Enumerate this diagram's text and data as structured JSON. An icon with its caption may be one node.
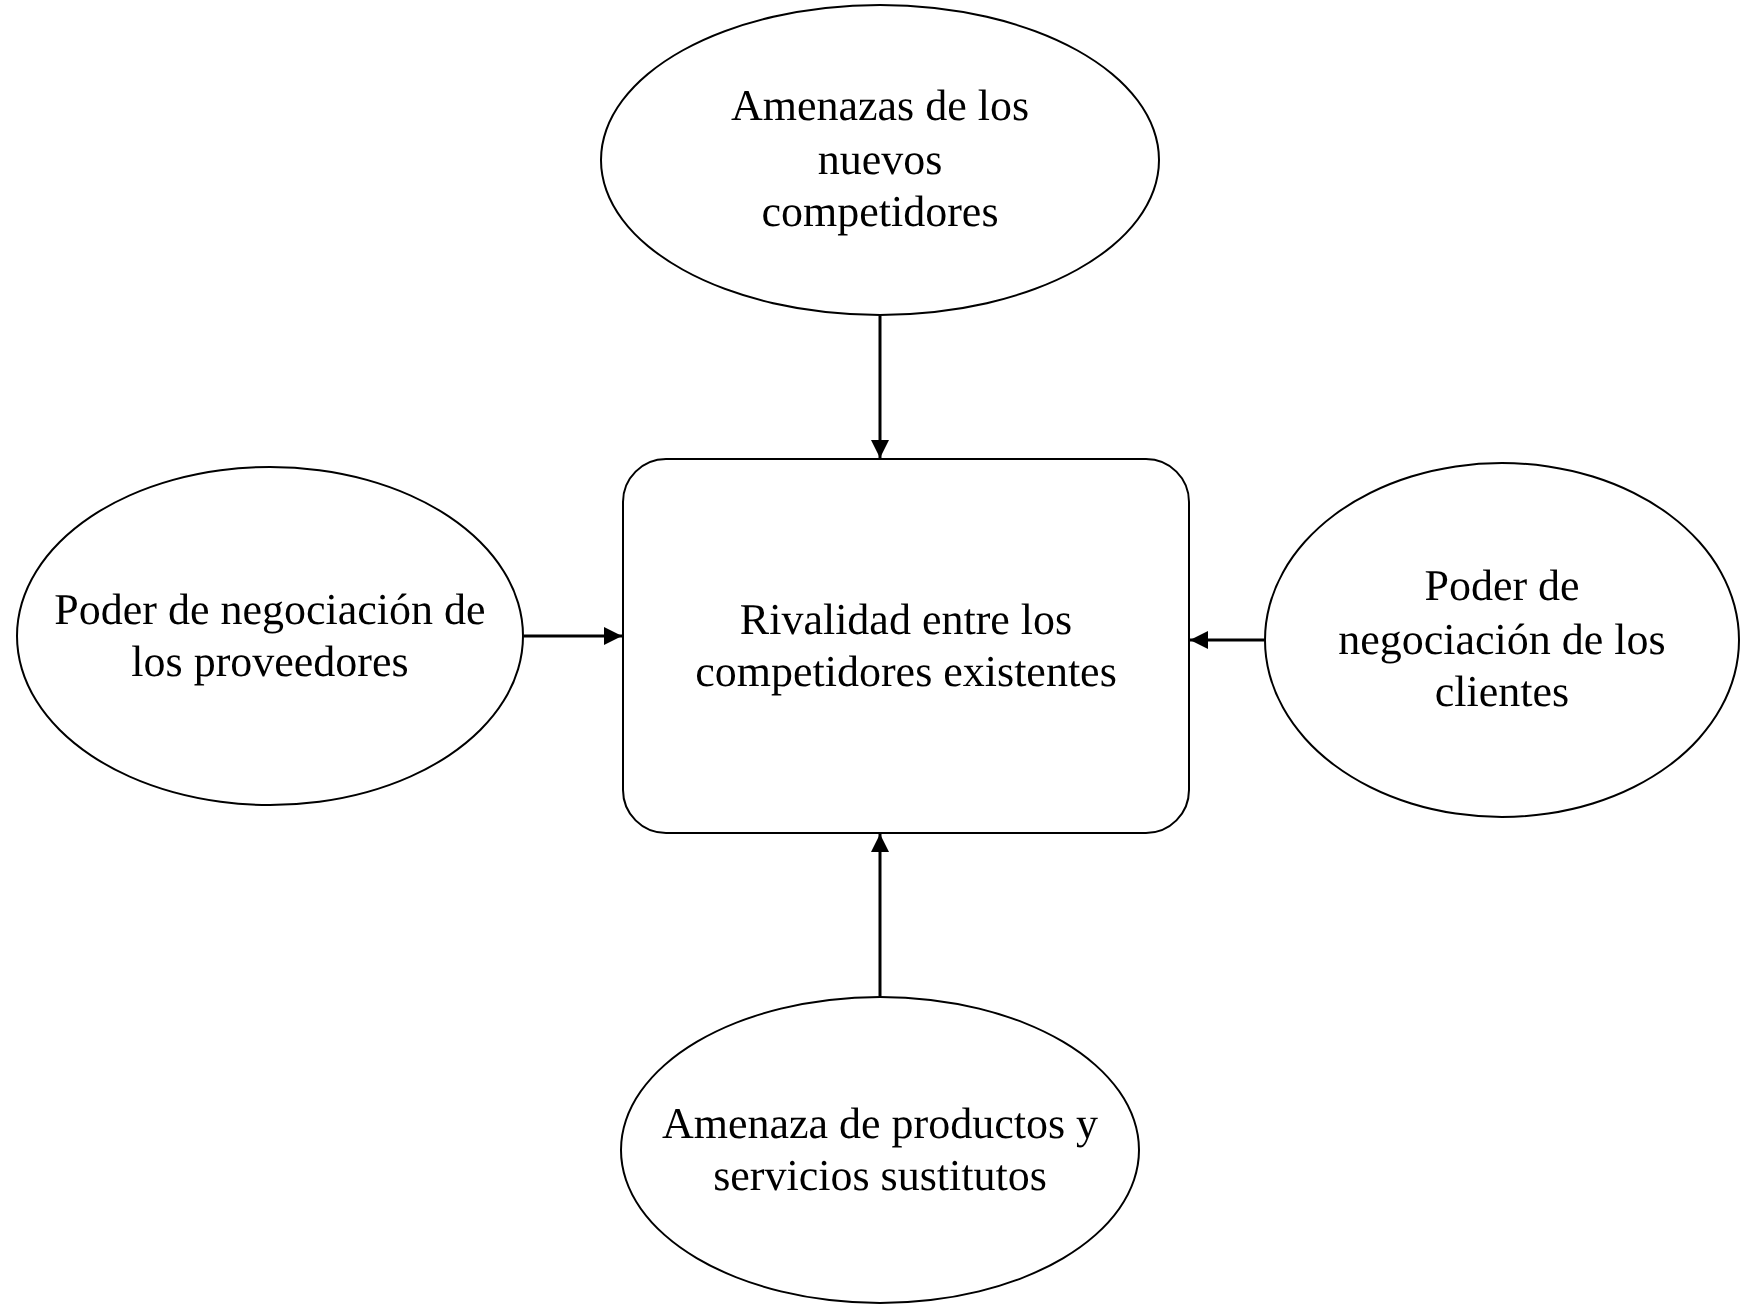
{
  "diagram": {
    "nodes": [
      {
        "text": [
          "Amenazas de los nuevos competidores"
        ]
      },
      {
        "text": [
          "Poder de negociación de los proveedores"
        ]
      },
      {
        "text": [
          "Rivalidad entre los competidores existentes"
        ]
      },
      {
        "text": [
          "Poder de negociación de los clientes"
        ]
      },
      {
        "text": [
          "Amenaza de productos y servicios sustitutos"
        ]
      }
    ],
    "edges": [
      {
        "from": 0,
        "to": 2,
        "arrow": "to"
      },
      {
        "from": 1,
        "to": 2,
        "arrow": "to"
      },
      {
        "from": 3,
        "to": 2,
        "arrow": "to"
      },
      {
        "from": 4,
        "to": 2,
        "arrow": "to"
      }
    ]
  }
}
